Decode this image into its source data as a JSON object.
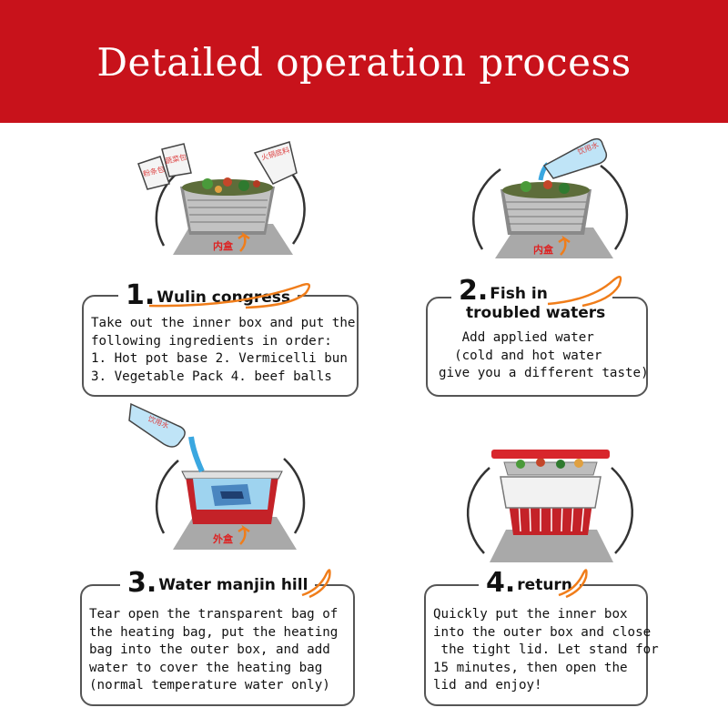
{
  "header": {
    "title": "Detailed operation process"
  },
  "steps": [
    {
      "number": "1.",
      "name": "Wulin congress",
      "description": "Take out the inner box and put the\nfollowing ingredients in order:\n1. Hot pot base 2. Vermicelli bun\n3. Vegetable Pack 4. beef balls",
      "plate_label": "内盒",
      "packet_labels": [
        "粉条包",
        "蔬菜包",
        "火锅底料"
      ]
    },
    {
      "number": "2.",
      "name_line1": "Fish in",
      "name_line2": "troubled waters",
      "description": "   Add applied water\n  (cold and hot water\ngive you a different taste)",
      "plate_label": "内盒",
      "bottle_label": "饮用水"
    },
    {
      "number": "3.",
      "name": "Water manjin hill",
      "description": "Tear open the transparent bag of\nthe heating bag, put the heating\nbag into the outer box, and add\nwater to cover the heating bag\n(normal temperature water only)",
      "plate_label": "外盒",
      "bottle_label": "饮用水"
    },
    {
      "number": "4.",
      "name": "return",
      "description": "Quickly put the inner box\ninto the outer box and close\n the tight lid. Let stand for\n15 minutes, then open the\nlid and enjoy!"
    }
  ],
  "colors": {
    "brand_red": "#c8121b",
    "accent_orange": "#f07d1a",
    "box_red": "#d8262c"
  }
}
